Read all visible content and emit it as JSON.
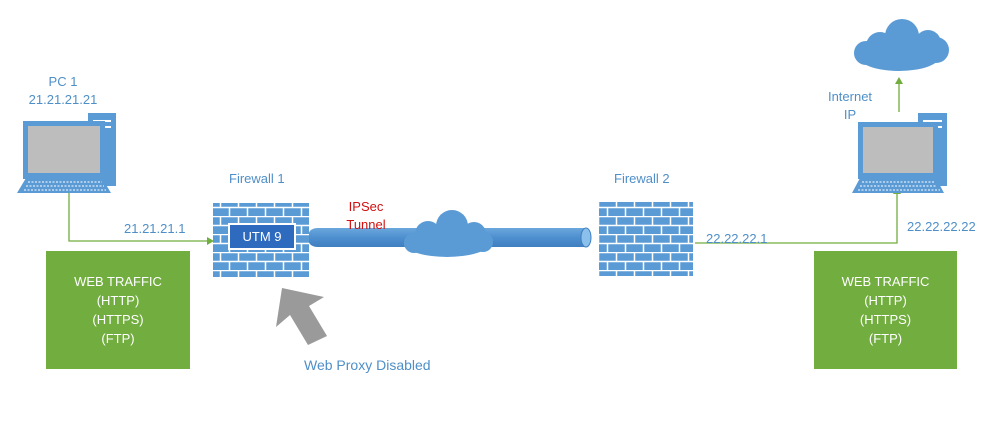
{
  "pc1": {
    "name": "PC 1",
    "ip": "21.21.21.21"
  },
  "firewall1": {
    "label": "Firewall 1",
    "gateway_ip": "21.21.21.1",
    "appliance": "UTM 9"
  },
  "tunnel": {
    "line1": "IPSec",
    "line2": "Tunnel"
  },
  "firewall2": {
    "label": "Firewall 2",
    "gateway_ip": "22.22.22.1"
  },
  "pc2": {
    "line1": "Internet",
    "line2": "IP",
    "ip": "22.22.22.22"
  },
  "traffic_left": {
    "line1": "WEB TRAFFIC",
    "line2": "(HTTP)",
    "line3": "(HTTPS)",
    "line4": "(FTP)"
  },
  "traffic_right": {
    "line1": "WEB TRAFFIC",
    "line2": "(HTTP)",
    "line3": "(HTTPS)",
    "line4": "(FTP)"
  },
  "proxy_note": "Web Proxy Disabled",
  "colors": {
    "connector": "#72ad3f",
    "device": "#4f8fc8",
    "brick": "#5b9bd5",
    "cloud": "#5b9bd5",
    "arrow": "#9a9a9a",
    "tunnel_text": "#d01010"
  },
  "icons": [
    "computer-icon",
    "firewall-icon",
    "cloud-icon",
    "arrow-icon"
  ]
}
